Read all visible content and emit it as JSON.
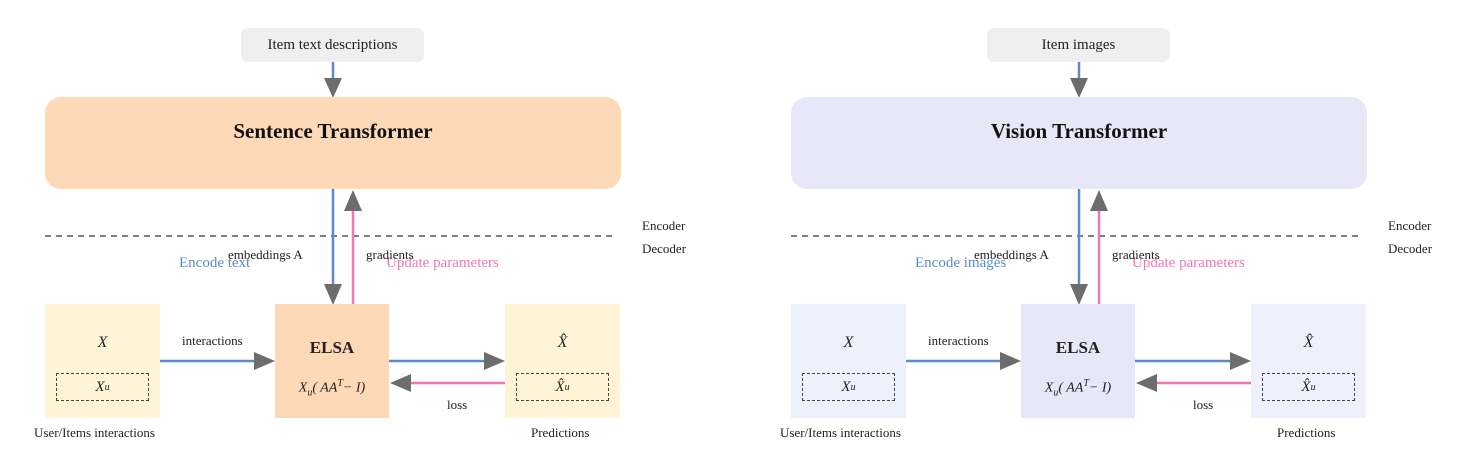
{
  "colors": {
    "blue_arrow": "#5b8cc8",
    "pink_arrow": "#f277b3",
    "text_panel_fill": "#fdd9b8",
    "text_panel_matrix_fill": "#fff5d6",
    "image_panel_fill": "#e7e7f8",
    "image_panel_matrix_fill": "#eef0fc"
  },
  "panels": [
    {
      "input_label": "Item text descriptions",
      "model_title": "Sentence Transformer",
      "encode_label": "Encode text",
      "update_label": "Update parameters"
    },
    {
      "input_label": "Item images",
      "model_title": "Vision Transformer",
      "encode_label": "Encode images",
      "update_label": "Update parameters"
    }
  ],
  "shared": {
    "encoder_label": "Encoder",
    "decoder_label": "Decoder",
    "embeddings_label": "embeddings A",
    "gradients_label": "gradients",
    "interactions_label": "interactions",
    "loss_label": "loss",
    "elsa_label": "ELSA",
    "x_symbol": "X",
    "xu_symbol": "X",
    "xhat_symbol": "X̂",
    "xhatu_symbol": "X̂",
    "subscript_u": "u",
    "formula_prefix": "X",
    "formula_mid": "( AA",
    "formula_sup": "T",
    "formula_end": "− I)",
    "left_caption": "User/Items interactions",
    "right_caption": "Predictions"
  }
}
